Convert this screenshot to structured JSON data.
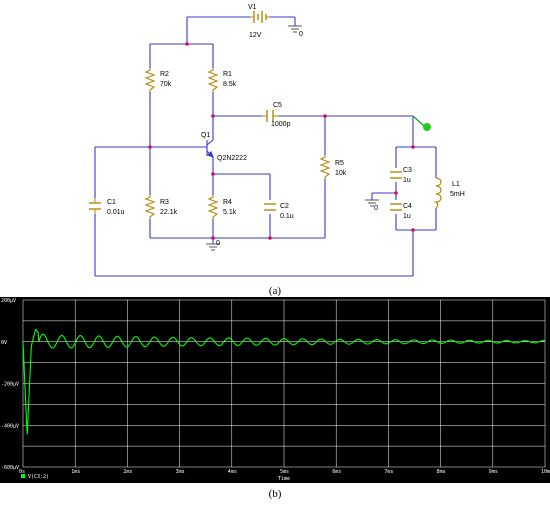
{
  "schematic": {
    "caption": "(a)",
    "ground_label": "0",
    "components": [
      {
        "ref": "V1",
        "value": "12V"
      },
      {
        "ref": "R2",
        "value": "70k"
      },
      {
        "ref": "R1",
        "value": "8.5k"
      },
      {
        "ref": "C5",
        "value": "1000p"
      },
      {
        "ref": "Q1",
        "value": "Q2N2222"
      },
      {
        "ref": "R5",
        "value": "10k"
      },
      {
        "ref": "C3",
        "value": "1u"
      },
      {
        "ref": "L1",
        "value": "5mH"
      },
      {
        "ref": "C1",
        "value": "0.01u"
      },
      {
        "ref": "R3",
        "value": "22.1k"
      },
      {
        "ref": "R4",
        "value": "5.1k"
      },
      {
        "ref": "C2",
        "value": "0.1u"
      },
      {
        "ref": "C4",
        "value": "1u"
      }
    ]
  },
  "plot": {
    "caption": "(b)",
    "trace_label": "V(C3:2)",
    "trace_color": "#00ff00",
    "background": "#000000",
    "grid_color": "#ffffff",
    "x_label": "Time",
    "x_ticks": [
      "0s",
      "1ms",
      "2ms",
      "3ms",
      "4ms",
      "5ms",
      "6ms",
      "7ms",
      "8ms",
      "9ms",
      "10ms"
    ],
    "y_ticks": [
      "200µV",
      "0V",
      "-200µV",
      "-400µV",
      "-600µV"
    ]
  },
  "chart_data": {
    "type": "line",
    "xlabel": "Time",
    "ylabel": "",
    "xlim": [
      0,
      10
    ],
    "ylim": [
      -600,
      200
    ],
    "series": [
      {
        "name": "V(C3:2)",
        "x": [
          0.0,
          0.08,
          0.16,
          0.24,
          0.3,
          0.5,
          1.0,
          2.0,
          3.0,
          4.0,
          5.0,
          6.0,
          7.0,
          8.0,
          9.0,
          10.0
        ],
        "y": [
          0,
          -450,
          -20,
          60,
          40,
          30,
          30,
          25,
          20,
          18,
          15,
          12,
          10,
          8,
          6,
          5
        ]
      }
    ]
  }
}
